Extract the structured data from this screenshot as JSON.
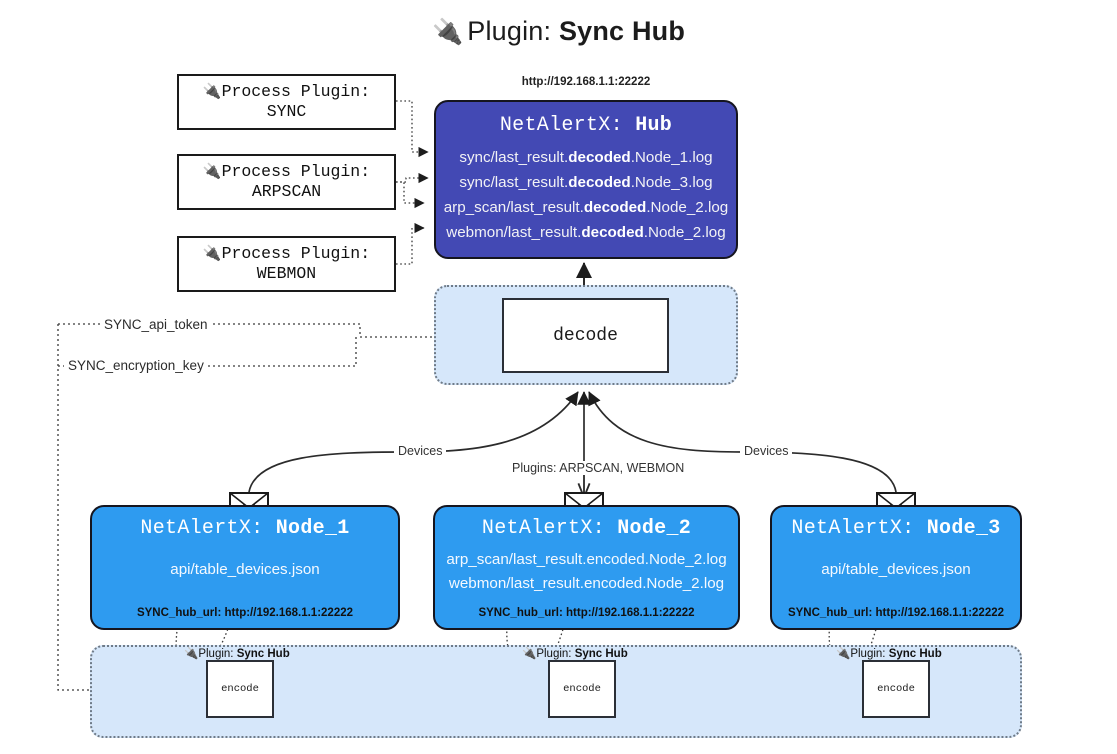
{
  "title": {
    "icon": "plug-icon",
    "prefix": "Plugin: ",
    "name": "Sync Hub"
  },
  "process_plugins": [
    {
      "label": "Process Plugin:",
      "name": "SYNC",
      "icon": "plug-icon"
    },
    {
      "label": "Process Plugin:",
      "name": "ARPSCAN",
      "icon": "plug-icon"
    },
    {
      "label": "Process Plugin:",
      "name": "WEBMON",
      "icon": "plug-icon"
    }
  ],
  "hub": {
    "url": "http://192.168.1.1:22222",
    "title_prefix": "NetAlertX: ",
    "title_name": "Hub",
    "lines": [
      {
        "pre": "sync/last_result.",
        "em": "decoded",
        "post": ".Node_1.log"
      },
      {
        "pre": "sync/last_result.",
        "em": "decoded",
        "post": ".Node_3.log"
      },
      {
        "pre": "arp_scan/last_result.",
        "em": "decoded",
        "post": ".Node_2.log"
      },
      {
        "pre": "webmon/last_result.",
        "em": "decoded",
        "post": ".Node_2.log"
      }
    ]
  },
  "decode": {
    "label": "decode"
  },
  "keys": {
    "api_token": "SYNC_api_token",
    "encryption_key": "SYNC_encryption_key"
  },
  "edge_labels": {
    "devices_left": "Devices",
    "devices_right": "Devices",
    "plugins_center": "Plugins: ARPSCAN, WEBMON"
  },
  "nodes": [
    {
      "title_prefix": "NetAlertX: ",
      "title_name": "Node_1",
      "lines": [
        "api/table_devices.json"
      ],
      "url_key": "SYNC_hub_url: ",
      "url": "http://192.168.1.1:22222",
      "envelope_icon": "envelope-icon"
    },
    {
      "title_prefix": "NetAlertX: ",
      "title_name": "Node_2",
      "lines": [
        "arp_scan/last_result.encoded.Node_2.log",
        "webmon/last_result.encoded.Node_2.log"
      ],
      "url_key": "SYNC_hub_url: ",
      "url": "http://192.168.1.1:22222",
      "envelope_icon": "envelope-icon"
    },
    {
      "title_prefix": "NetAlertX: ",
      "title_name": "Node_3",
      "lines": [
        "api/table_devices.json"
      ],
      "url_key": "SYNC_hub_url: ",
      "url": "http://192.168.1.1:22222",
      "envelope_icon": "envelope-icon"
    }
  ],
  "encoders": [
    {
      "caption_prefix": "Plugin: ",
      "caption_name": "Sync Hub",
      "label": "encode",
      "icon": "plug-icon"
    },
    {
      "caption_prefix": "Plugin: ",
      "caption_name": "Sync Hub",
      "label": "encode",
      "icon": "plug-icon"
    },
    {
      "caption_prefix": "Plugin: ",
      "caption_name": "Sync Hub",
      "label": "encode",
      "icon": "plug-icon"
    }
  ],
  "colors": {
    "hub_fill": "#4349b4",
    "node_fill": "#2e9bf0",
    "zone_fill": "#d6e7fa",
    "stroke": "#15151f"
  }
}
